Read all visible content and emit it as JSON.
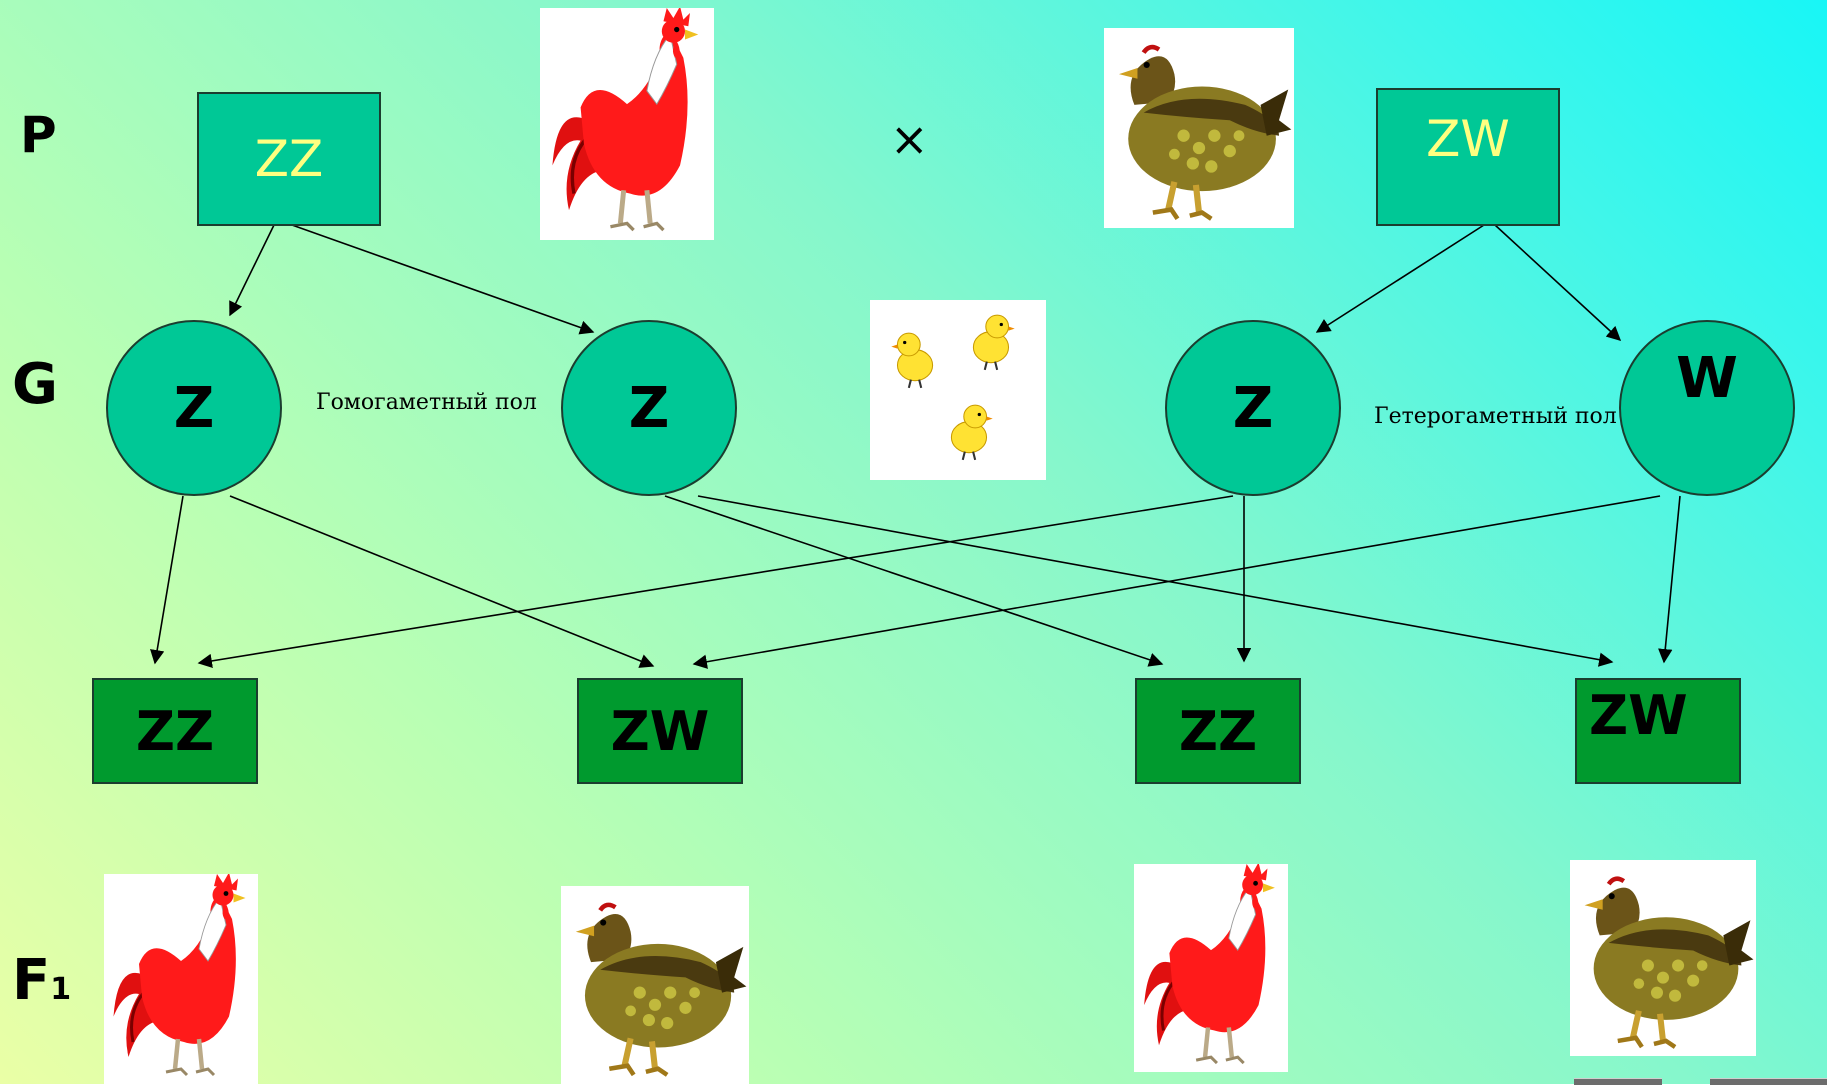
{
  "labels": {
    "p": "P",
    "g": "G",
    "f1_main": "F",
    "f1_sub": "1"
  },
  "parents": {
    "male": "ZZ",
    "female": "ZW",
    "cross_symbol": "×"
  },
  "gametes": {
    "g1": "Z",
    "g2": "Z",
    "g3": "Z",
    "g4": "W"
  },
  "gamete_text": {
    "homo": "Гомогаметный пол",
    "hetero": "Гетерогаметный пол"
  },
  "offspring": [
    "ZZ",
    "ZW",
    "ZZ",
    "ZW"
  ],
  "colors": {
    "box_fill": "#00c896",
    "offspring_fill": "#009a2e",
    "parent_text": "#ffff80",
    "rooster_red": "#ff1a1a",
    "hen_body": "#8a7a22",
    "chick_yellow": "#ffe233"
  },
  "icons": {
    "male_parent": "rooster-icon",
    "female_parent": "hen-icon",
    "chicks": "chicks-icon"
  }
}
